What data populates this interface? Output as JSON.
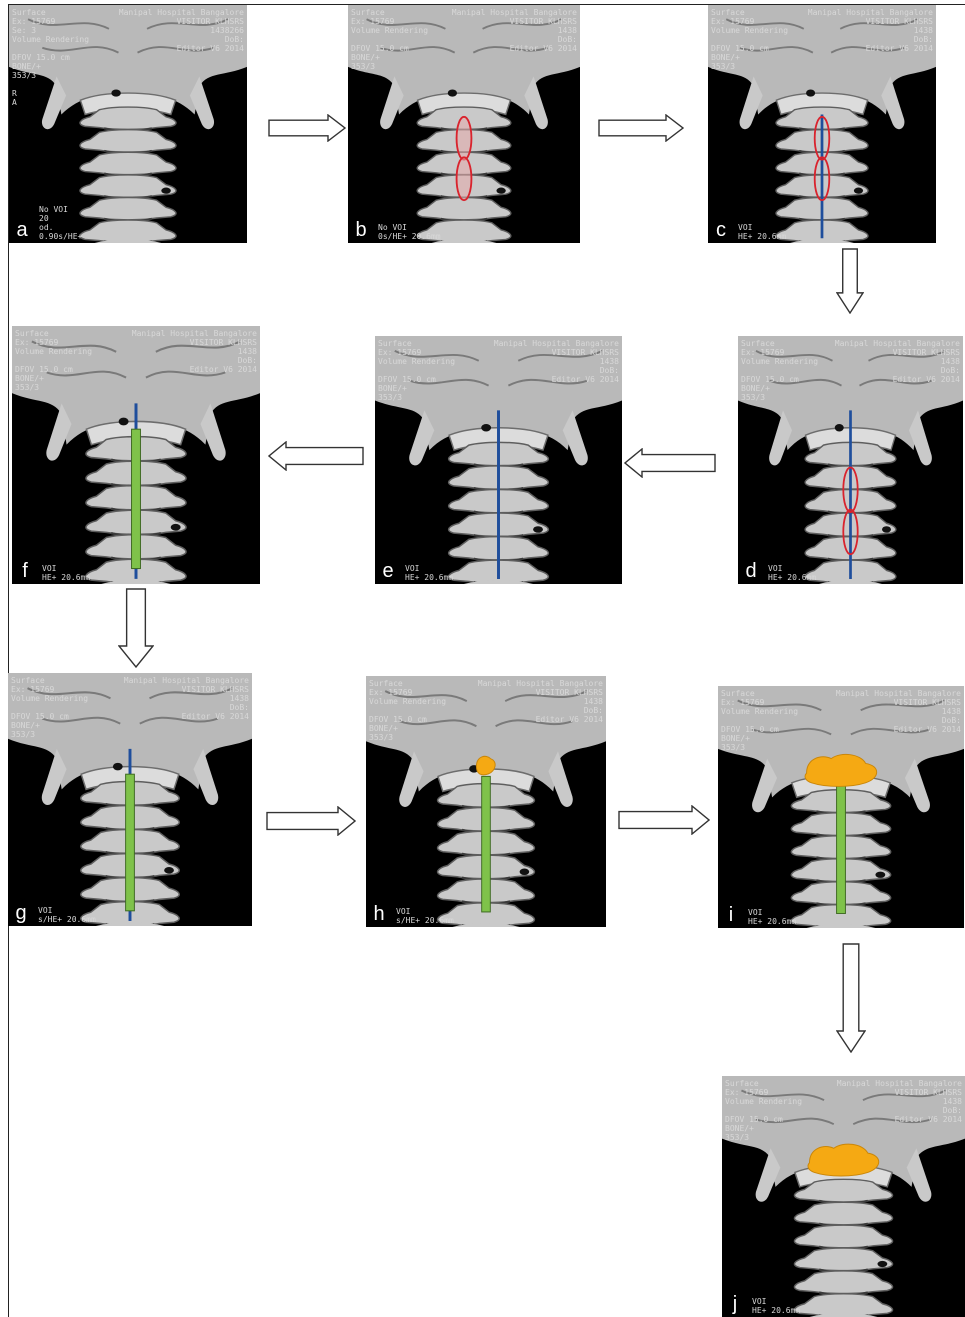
{
  "panels": [
    {
      "id": "a",
      "label": "a",
      "left": [
        "Surface",
        "Ex: 15769",
        "Se: 3",
        "Volume Rendering",
        "",
        "DFOV 15.0 cm",
        "BONE/+",
        "353/3",
        "",
        "R",
        "A"
      ],
      "right": [
        "Manipal Hospital Bangalore",
        "VISITOR KLHSRS",
        "1438266",
        "DoB:",
        "Editor V6 2014"
      ],
      "bottom": [
        "No VOI",
        "20",
        "od.",
        "0.90s/HE+"
      ],
      "steps": {
        "ellipse": false,
        "blue": false,
        "green": false,
        "orange": "none"
      }
    },
    {
      "id": "b",
      "label": "b",
      "left": [
        "Surface",
        "Ex: 15769",
        "Volume Rendering",
        "",
        "DFOV 15.0 cm",
        "BONE/+",
        "353/3"
      ],
      "right": [
        "Manipal Hospital Bangalore",
        "VISITOR KLHSRS",
        "1438",
        "DoB:",
        "Editor V6 2014"
      ],
      "bottom": [
        "No VOI",
        "0s/HE+ 20.6mm"
      ],
      "steps": {
        "ellipse": true,
        "blue": false,
        "green": false,
        "orange": "none"
      }
    },
    {
      "id": "c",
      "label": "c",
      "left": [
        "Surface",
        "Ex: 15769",
        "Volume Rendering",
        "",
        "DFOV 15.0 cm",
        "BONE/+",
        "353/3"
      ],
      "right": [
        "Manipal Hospital Bangalore",
        "VISITOR KLHSRS",
        "1438",
        "DoB:",
        "Editor V6 2014"
      ],
      "bottom": [
        "VOI",
        "HE+ 20.6mm"
      ],
      "steps": {
        "ellipse": true,
        "blue": "short",
        "green": false,
        "orange": "none"
      }
    },
    {
      "id": "d",
      "label": "d",
      "left": [
        "Surface",
        "Ex: 15769",
        "Volume Rendering",
        "",
        "DFOV 15.0 cm",
        "BONE/+",
        "353/3"
      ],
      "right": [
        "Manipal Hospital Bangalore",
        "VISITOR KLHSRS",
        "1438",
        "DoB:",
        "Editor V6 2014"
      ],
      "bottom": [
        "VOI",
        "HE+ 20.6mm"
      ],
      "steps": {
        "ellipse": "low",
        "blue": "full",
        "green": false,
        "orange": "none"
      }
    },
    {
      "id": "e",
      "label": "e",
      "left": [
        "Surface",
        "Ex: 15769",
        "Volume Rendering",
        "",
        "DFOV 15.0 cm",
        "BONE/+",
        "353/3"
      ],
      "right": [
        "Manipal Hospital Bangalore",
        "VISITOR KLHSRS",
        "1438",
        "DoB:",
        "Editor V6 2014"
      ],
      "bottom": [
        "VOI",
        "HE+ 20.6mm"
      ],
      "steps": {
        "ellipse": false,
        "blue": "full",
        "green": false,
        "orange": "none"
      }
    },
    {
      "id": "f",
      "label": "f",
      "left": [
        "Surface",
        "Ex: 15769",
        "Volume Rendering",
        "",
        "DFOV 15.0 cm",
        "BONE/+",
        "353/3"
      ],
      "right": [
        "Manipal Hospital Bangalore",
        "VISITOR KLHSRS",
        "1438",
        "DoB:",
        "Editor V6 2014"
      ],
      "bottom": [
        "VOI",
        "HE+ 20.6mm"
      ],
      "steps": {
        "ellipse": false,
        "blue": "full",
        "green": "full",
        "orange": "none"
      }
    },
    {
      "id": "g",
      "label": "g",
      "left": [
        "Surface",
        "Ex: 15769",
        "Volume Rendering",
        "",
        "DFOV 15.0 cm",
        "BONE/+",
        "353/3"
      ],
      "right": [
        "Manipal Hospital Bangalore",
        "VISITOR KLHSRS",
        "1438",
        "DoB:",
        "Editor V6 2014"
      ],
      "bottom": [
        "VOI",
        "s/HE+ 20.6mm"
      ],
      "steps": {
        "ellipse": false,
        "blue": "full",
        "green": "full",
        "orange": "none"
      }
    },
    {
      "id": "h",
      "label": "h",
      "left": [
        "Surface",
        "Ex: 15769",
        "Volume Rendering",
        "",
        "DFOV 15.0 cm",
        "BONE/+",
        "353/3"
      ],
      "right": [
        "Manipal Hospital Bangalore",
        "VISITOR KLHSRS",
        "1438",
        "DoB:",
        "Editor V6 2014"
      ],
      "bottom": [
        "VOI",
        "s/HE+ 20.6mm"
      ],
      "steps": {
        "ellipse": false,
        "blue": false,
        "green": "full",
        "orange": "small"
      }
    },
    {
      "id": "i",
      "label": "i",
      "left": [
        "Surface",
        "Ex: 15769",
        "Volume Rendering",
        "",
        "DFOV 15.0 cm",
        "BONE/+",
        "353/3"
      ],
      "right": [
        "Manipal Hospital Bangalore",
        "VISITOR KLHSRS",
        "1438",
        "DoB:",
        "Editor V6 2014"
      ],
      "bottom": [
        "VOI",
        "HE+ 20.6mm"
      ],
      "steps": {
        "ellipse": false,
        "blue": false,
        "green": "full",
        "orange": "large"
      }
    },
    {
      "id": "j",
      "label": "j",
      "left": [
        "Surface",
        "Ex: 15769",
        "Volume Rendering",
        "",
        "DFOV 15.0 cm",
        "BONE/+",
        "353/3"
      ],
      "right": [
        "Manipal Hospital Bangalore",
        "VISITOR KLHSRS",
        "1438",
        "DoB:",
        "Editor V6 2014"
      ],
      "bottom": [
        "VOI",
        "HE+ 20.6mm"
      ],
      "steps": {
        "ellipse": false,
        "blue": false,
        "green": false,
        "orange": "large"
      }
    }
  ],
  "arrows": [
    {
      "from": "a",
      "to": "b",
      "direction": "right"
    },
    {
      "from": "b",
      "to": "c",
      "direction": "right"
    },
    {
      "from": "c",
      "to": "d",
      "direction": "down"
    },
    {
      "from": "d",
      "to": "e",
      "direction": "left"
    },
    {
      "from": "e",
      "to": "f",
      "direction": "left"
    },
    {
      "from": "f",
      "to": "g",
      "direction": "down"
    },
    {
      "from": "g",
      "to": "h",
      "direction": "right"
    },
    {
      "from": "h",
      "to": "i",
      "direction": "right"
    },
    {
      "from": "i",
      "to": "j",
      "direction": "down"
    }
  ],
  "colors": {
    "background": "#000000",
    "bone": "#c9c9c9",
    "ellipse": "#d9232d",
    "blue_line": "#1f4e9c",
    "green_bar": "#7fc24a",
    "orange_mass": "#f5a913",
    "label_text": "#ffffff"
  }
}
